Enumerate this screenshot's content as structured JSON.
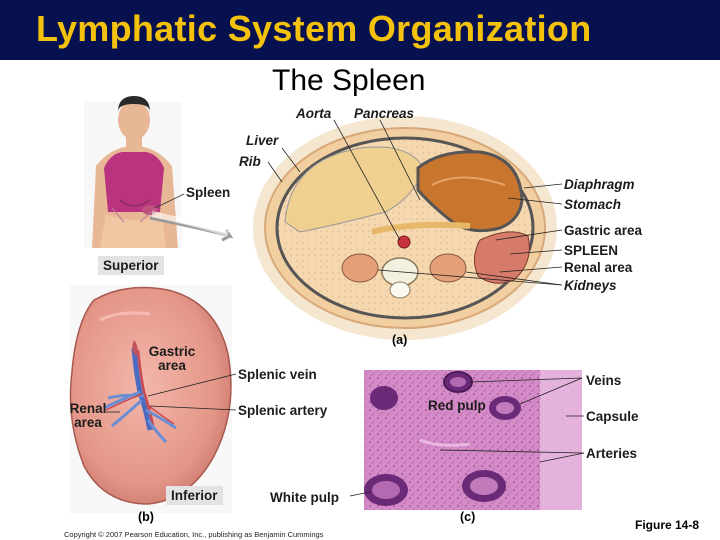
{
  "title": "Lymphatic System Organization",
  "subtitle": "The Spleen",
  "figure_label": "Figure 14-8",
  "copyright": "Copyright © 2007 Pearson Education, Inc., publishing as Benjamin Cummings",
  "colors": {
    "header_bg": "#08114f",
    "title": "#f4c20b"
  },
  "panel_a": {
    "caption": "(a)",
    "labels": {
      "aorta": "Aorta",
      "pancreas": "Pancreas",
      "liver": "Liver",
      "rib": "Rib",
      "spleen_person": "Spleen",
      "diaphragm": "Diaphragm",
      "stomach": "Stomach",
      "gastric_area": "Gastric area",
      "spleen": "SPLEEN",
      "renal_area": "Renal area",
      "kidneys": "Kidneys"
    }
  },
  "panel_b": {
    "caption": "(b)",
    "labels": {
      "superior": "Superior",
      "inferior": "Inferior",
      "gastric_area": "Gastric\narea",
      "renal_area": "Renal\narea",
      "splenic_vein": "Splenic vein",
      "splenic_artery": "Splenic artery",
      "white_pulp": "White pulp"
    }
  },
  "panel_c": {
    "caption": "(c)",
    "labels": {
      "red_pulp": "Red pulp",
      "veins": "Veins",
      "capsule": "Capsule",
      "arteries": "Arteries"
    }
  }
}
